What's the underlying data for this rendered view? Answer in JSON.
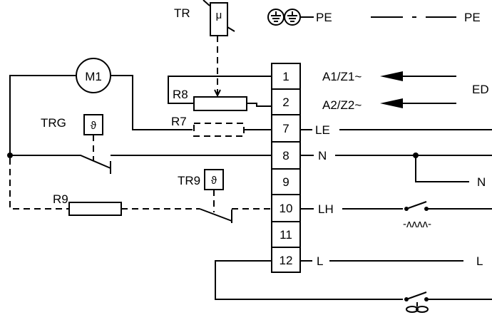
{
  "labels": {
    "tr": "TR",
    "mu": "μ",
    "pe_left": "PE",
    "pe_right": "PE",
    "m1": "M1",
    "r8": "R8",
    "r7": "R7",
    "r9": "R9",
    "trg": "TRG",
    "tr9": "TR9",
    "theta": "ϑ",
    "a1z1": "A1/Z1~",
    "a2z2": "A2/Z2~",
    "ed": "ED",
    "le": "LE",
    "n": "N",
    "n_right": "N",
    "lh": "LH",
    "l": "L",
    "l_right": "L",
    "heater_symbol": "-ʌʌʌʌ-"
  },
  "terminals": [
    "1",
    "2",
    "7",
    "8",
    "9",
    "10",
    "11",
    "12"
  ]
}
